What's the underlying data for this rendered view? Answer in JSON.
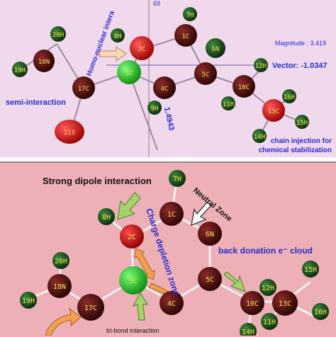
{
  "top": {
    "magnitude_label": "Magnitude :",
    "magnitude_value": "3.419",
    "vector_label": "Vector:",
    "vector_value": "-1.0347",
    "distance_value": "1.4943",
    "top_number": "69",
    "homo_nuclear": "Homo-nuclear intera",
    "semi_interaction": "semi-interaction",
    "chain_line1": "chain injection for",
    "chain_line2": "chemical stabilization",
    "atoms": {
      "20H": "20H",
      "18N": "18N",
      "19H": "19H",
      "17C": "17C",
      "21S": "21S",
      "8H": "8H",
      "2C": "2C",
      "1C": "1C",
      "7H": "7H",
      "6N": "6N",
      "3C": "3C",
      "4C": "4C",
      "9H": "9H",
      "5C": "5C",
      "12H": "12H",
      "10C": "10C",
      "11H": "11H",
      "16H": "16H",
      "13C": "13C",
      "15H": "15H",
      "14H": "14H"
    }
  },
  "bottom": {
    "strong_dipole": "Strong dipole interaction",
    "neutral_zone": "Neutral Zone",
    "charge_depletion_1": "Charge",
    "charge_depletion_2": "depletion zone",
    "back_donation": "back donation e⁻ cloud",
    "tri_bond": "tri-bond interaction",
    "atoms": {
      "7H": "7H",
      "1C": "1C",
      "8H": "8H",
      "2C": "2C",
      "6N": "6N",
      "20H": "20H",
      "18N": "18N",
      "19H": "19H",
      "3C": "3C",
      "5C": "5C",
      "4C": "4C",
      "17C": "17C",
      "10C": "10C",
      "12H": "12H",
      "13C": "13C",
      "15H": "15H",
      "16H": "16H",
      "11H": "11H",
      "14H": "14H"
    }
  },
  "colors": {
    "carbon": "#5a0f0f",
    "nitrogen": "#3a0a0a",
    "hydrogen": "#1f5a1f",
    "central": "#18c818",
    "oxygen": "#e01010",
    "sulfur": "#c41010",
    "label_blue": "#2a2acc",
    "arrow_fill": "#a6d26a",
    "arrow_orange": "#f0a050"
  }
}
